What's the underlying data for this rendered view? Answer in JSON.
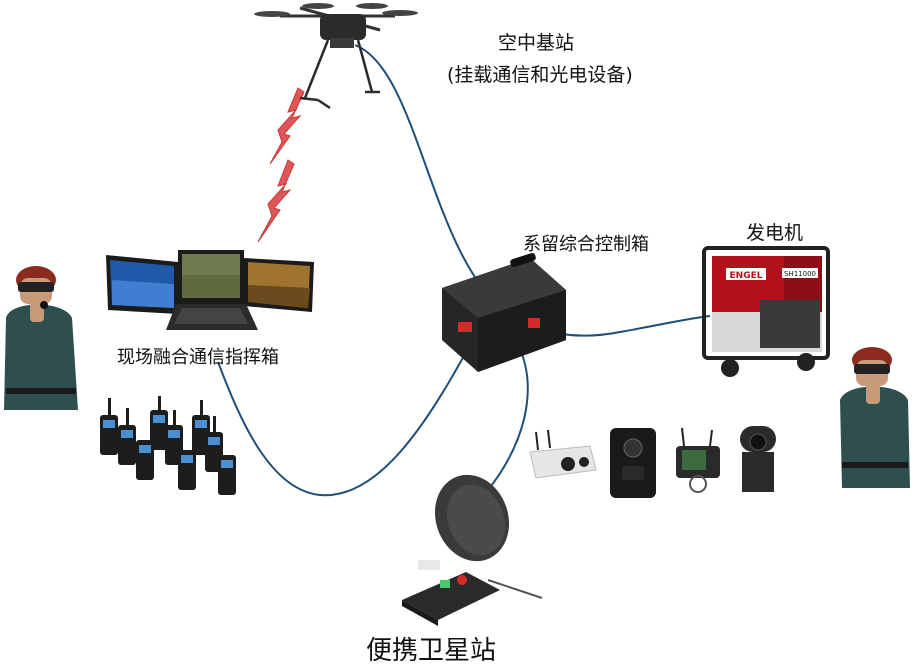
{
  "labels": {
    "aerial_station": "空中基站",
    "aerial_payload": "(挂载通信和光电设备)",
    "tether_control_box": "系留综合控制箱",
    "generator": "发电机",
    "command_box": "现场融合通信指挥箱",
    "portable_satellite": "便携卫星站"
  },
  "generator_brand": "ENGEL",
  "generator_model": "SH11000",
  "colors": {
    "cable": "#1f4e79",
    "lightning": "#e05555",
    "equipment_dark": "#2a2a2a",
    "generator_red": "#b3121c",
    "uniform": "#2f4f4f"
  }
}
